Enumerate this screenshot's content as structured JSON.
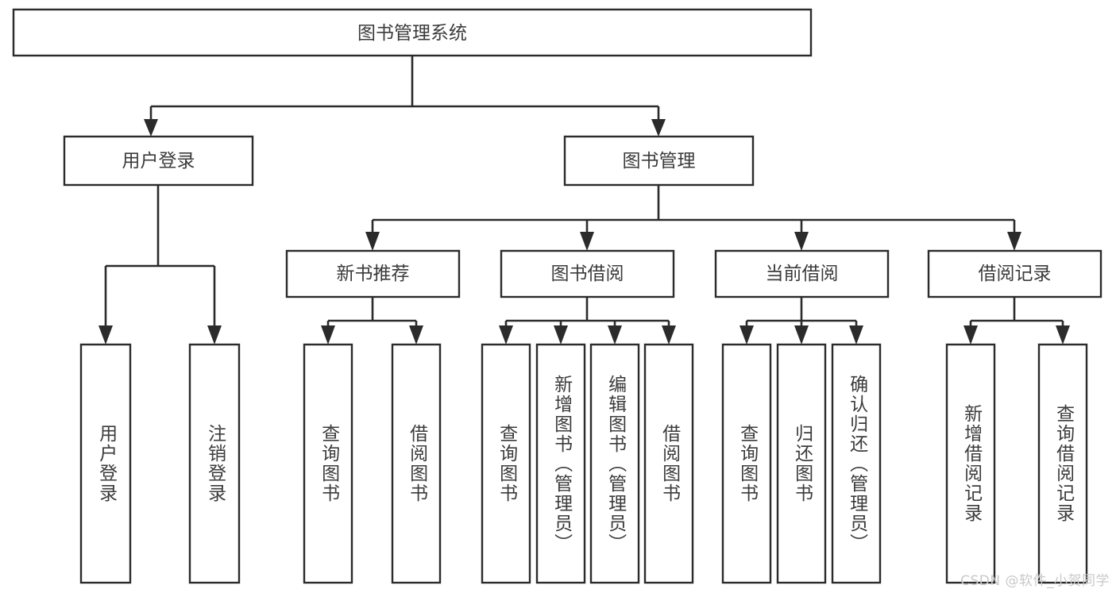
{
  "diagram": {
    "title_node": {
      "label": "图书管理系统"
    },
    "level2": [
      {
        "id": "user-login",
        "label": "用户登录"
      },
      {
        "id": "book-management",
        "label": "图书管理"
      }
    ],
    "level3": [
      {
        "id": "new-book-recommend",
        "label": "新书推荐"
      },
      {
        "id": "book-borrow",
        "label": "图书借阅"
      },
      {
        "id": "current-borrow",
        "label": "当前借阅"
      },
      {
        "id": "borrow-record",
        "label": "借阅记录"
      }
    ],
    "leaves": [
      {
        "id": "leaf-user-login",
        "label": "用户登录",
        "parent": "user-login"
      },
      {
        "id": "leaf-logout-login",
        "label": "注销登录",
        "parent": "user-login"
      },
      {
        "id": "leaf-query-book-1",
        "label": "查询图书",
        "parent": "new-book-recommend"
      },
      {
        "id": "leaf-borrow-book-1",
        "label": "借阅图书",
        "parent": "new-book-recommend"
      },
      {
        "id": "leaf-query-book-2",
        "label": "查询图书",
        "parent": "book-borrow"
      },
      {
        "id": "leaf-add-book",
        "label": "新增图书（管理员）",
        "parent": "book-borrow"
      },
      {
        "id": "leaf-edit-book",
        "label": "编辑图书（管理员）",
        "parent": "book-borrow"
      },
      {
        "id": "leaf-borrow-book-2",
        "label": "借阅图书",
        "parent": "book-borrow"
      },
      {
        "id": "leaf-query-book-3",
        "label": "查询图书",
        "parent": "current-borrow"
      },
      {
        "id": "leaf-return-book",
        "label": "归还图书",
        "parent": "current-borrow"
      },
      {
        "id": "leaf-confirm-return",
        "label": "确认归还（管理员）",
        "parent": "current-borrow"
      },
      {
        "id": "leaf-add-record",
        "label": "新增借阅记录",
        "parent": "borrow-record"
      },
      {
        "id": "leaf-query-record",
        "label": "查询借阅记录",
        "parent": "borrow-record"
      }
    ],
    "colors": {
      "box_stroke": "#2b2b2b",
      "box_fill": "#ffffff",
      "text": "#3b3b3b",
      "connector": "#2b2b2b",
      "watermark": "#c9c9c9",
      "background": "#ffffff"
    }
  },
  "watermark": {
    "text": "CSDN @软件_小贺同学"
  }
}
